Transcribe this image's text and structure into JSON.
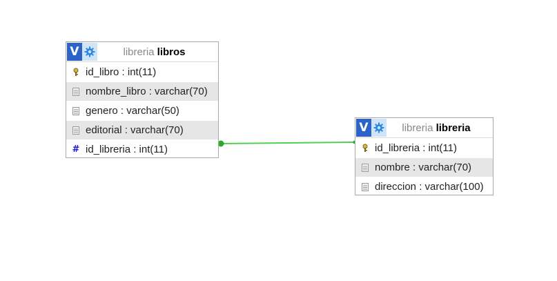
{
  "colors": {
    "relation_line": "#4fd04f",
    "header_v_bg": "#2d63c8",
    "header_gear_bg": "#cfe4f7",
    "alt_row": "#e6e6e6",
    "fk_hash": "#1a1ad6"
  },
  "tables": {
    "libros": {
      "db": "libreria",
      "name": "libros",
      "header_v": "V",
      "columns": [
        {
          "text": "id_libro : int(11)",
          "icon": "key-icon"
        },
        {
          "text": "nombre_libro : varchar(70)",
          "icon": "column-icon"
        },
        {
          "text": "genero : varchar(50)",
          "icon": "column-icon"
        },
        {
          "text": "editorial : varchar(70)",
          "icon": "column-icon"
        },
        {
          "text": "id_libreria : int(11)",
          "icon": "hash-icon",
          "hash": "#"
        }
      ]
    },
    "libreria": {
      "db": "libreria",
      "name": "libreria",
      "header_v": "V",
      "columns": [
        {
          "text": "id_libreria : int(11)",
          "icon": "key-icon"
        },
        {
          "text": "nombre : varchar(70)",
          "icon": "column-icon"
        },
        {
          "text": "direccion : varchar(100)",
          "icon": "column-icon"
        }
      ]
    }
  }
}
